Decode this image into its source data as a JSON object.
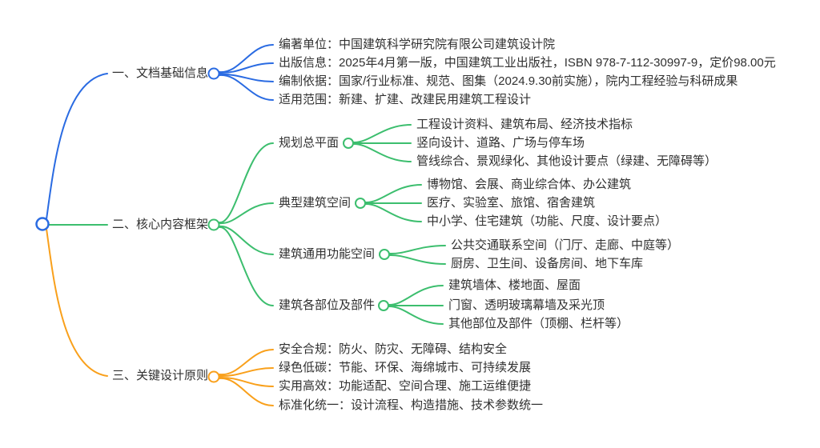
{
  "colors": {
    "branch1_blue": "#2A6BE2",
    "branch2_green": "#3CBE6E",
    "branch3_orange": "#F9A01B",
    "text": "#303030",
    "node_fill": "#FFFFFF"
  },
  "mindmap": {
    "branches": [
      {
        "label": "一、文档基础信息",
        "children": [
          {
            "label": "编著单位：中国建筑科学研究院有限公司建筑设计院"
          },
          {
            "label": "出版信息：2025年4月第一版，中国建筑工业出版社，ISBN 978-7-112-30997-9，定价98.00元"
          },
          {
            "label": "编制依据：国家/行业标准、规范、图集（2024.9.30前实施），院内工程经验与科研成果"
          },
          {
            "label": "适用范围：新建、扩建、改建民用建筑工程设计"
          }
        ]
      },
      {
        "label": "二、核心内容框架",
        "children": [
          {
            "label": "规划总平面",
            "children": [
              {
                "label": "工程设计资料、建筑布局、经济技术指标"
              },
              {
                "label": "竖向设计、道路、广场与停车场"
              },
              {
                "label": "管线综合、景观绿化、其他设计要点（绿建、无障碍等）"
              }
            ]
          },
          {
            "label": "典型建筑空间",
            "children": [
              {
                "label": "博物馆、会展、商业综合体、办公建筑"
              },
              {
                "label": "医疗、实验室、旅馆、宿舍建筑"
              },
              {
                "label": "中小学、住宅建筑（功能、尺度、设计要点）"
              }
            ]
          },
          {
            "label": "建筑通用功能空间",
            "children": [
              {
                "label": "公共交通联系空间（门厅、走廊、中庭等）"
              },
              {
                "label": "厨房、卫生间、设备房间、地下车库"
              }
            ]
          },
          {
            "label": "建筑各部位及部件",
            "children": [
              {
                "label": "建筑墙体、楼地面、屋面"
              },
              {
                "label": "门窗、透明玻璃幕墙及采光顶"
              },
              {
                "label": "其他部位及部件（顶棚、栏杆等）"
              }
            ]
          }
        ]
      },
      {
        "label": "三、关键设计原则",
        "children": [
          {
            "label": "安全合规：防火、防灾、无障碍、结构安全"
          },
          {
            "label": "绿色低碳：节能、环保、海绵城市、可持续发展"
          },
          {
            "label": "实用高效：功能适配、空间合理、施工运维便捷"
          },
          {
            "label": "标准化统一：设计流程、构造措施、技术参数统一"
          }
        ]
      }
    ]
  }
}
